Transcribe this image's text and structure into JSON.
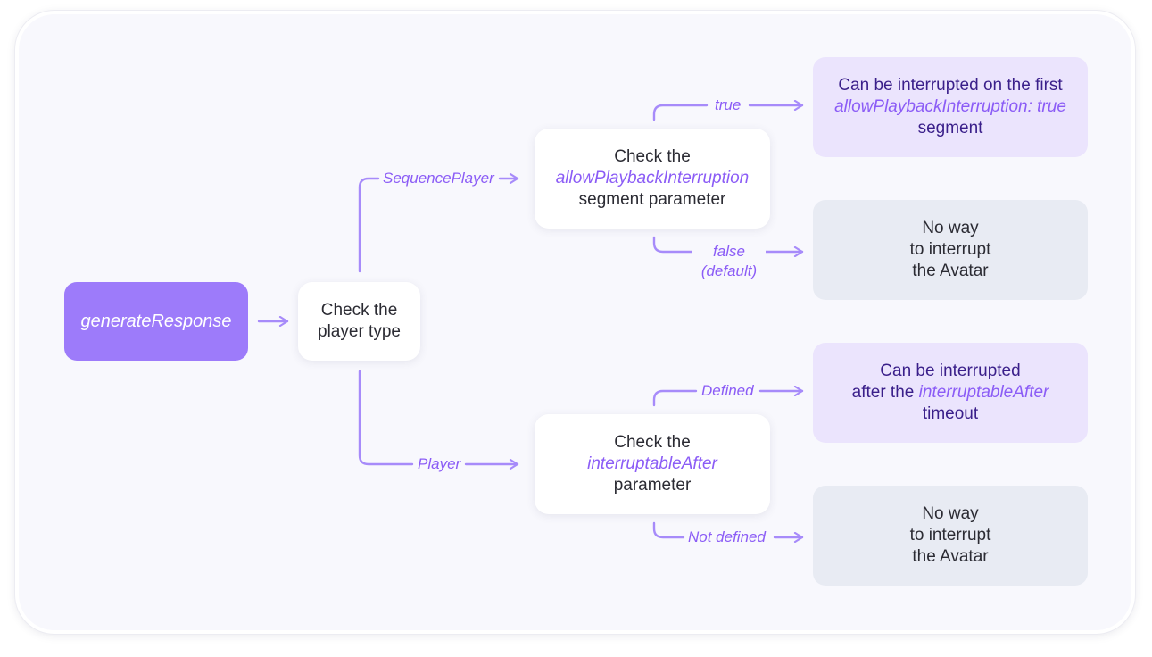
{
  "colors": {
    "accent": "#9d7bfa",
    "connector": "#a78bfa",
    "label": "#8b5cf6",
    "result_purple_bg": "#ebe4fd",
    "result_gray_bg": "#e8ebf3"
  },
  "nodes": {
    "start": "generateResponse",
    "check_player": [
      "Check the",
      "player type"
    ],
    "check_sequence": {
      "line1": "Check the",
      "param": "allowPlaybackInterruption",
      "line3": "segment parameter"
    },
    "check_player_param": {
      "line1": "Check the",
      "param": "interruptableAfter",
      "line3": "parameter"
    },
    "result_true": {
      "line1": "Can be interrupted on the first",
      "param": "allowPlaybackInterruption: true",
      "line3": "segment"
    },
    "result_false": [
      "No way",
      "to interrupt",
      "the Avatar"
    ],
    "result_defined": {
      "line1": "Can be interrupted",
      "line2_prefix": "after the ",
      "param": "interruptableAfter",
      "line3": "timeout"
    },
    "result_not_defined": [
      "No way",
      "to interrupt",
      "the Avatar"
    ]
  },
  "edges": {
    "sequence_player": "SequencePlayer",
    "player": "Player",
    "true": "true",
    "false": "false",
    "false_default": "(default)",
    "defined": "Defined",
    "not_defined": "Not defined"
  }
}
